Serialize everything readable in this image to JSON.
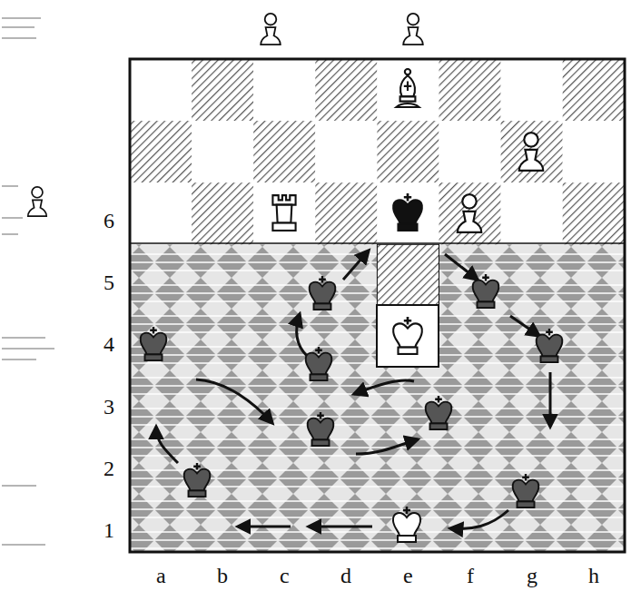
{
  "diagram": {
    "labels": [
      "6",
      "5",
      "4",
      "3",
      "2",
      "1",
      "a",
      "b",
      "c",
      "d",
      "e",
      "f",
      "g",
      "h"
    ]
  }
}
